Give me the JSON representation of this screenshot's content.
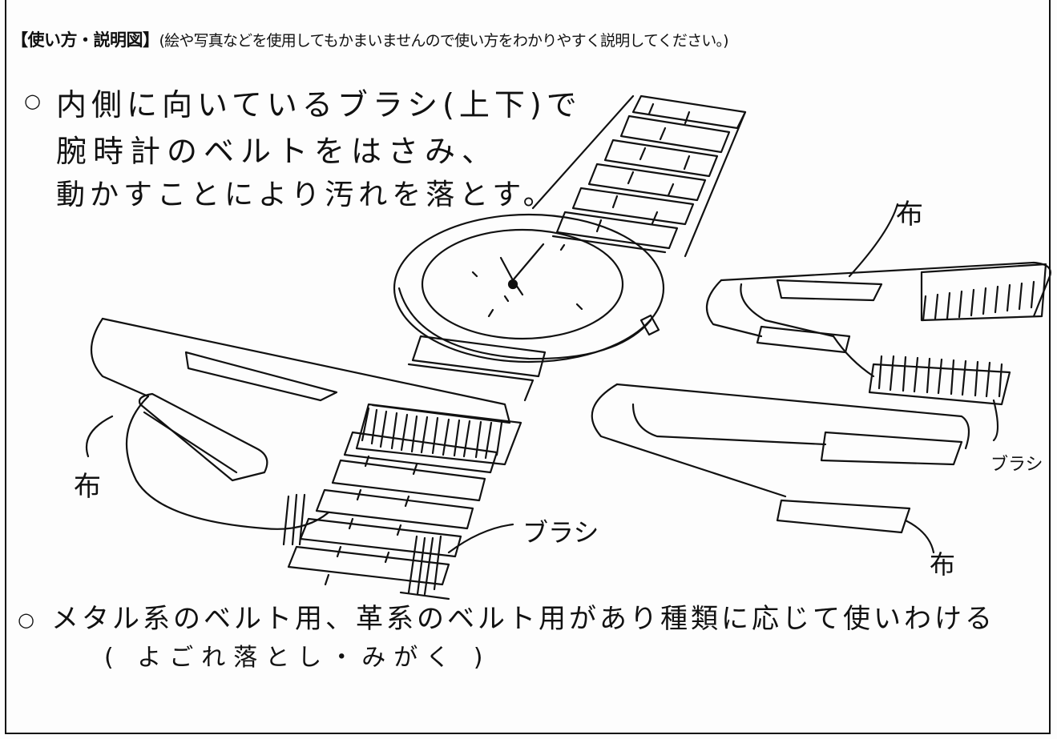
{
  "header": {
    "title": "【使い方・説明図】",
    "note": "(絵や写真などを使用してもかまいませんので使い方をわかりやすく説明してください。)"
  },
  "notes": {
    "bullet": "○",
    "line1": "内側に向いているブラシ(上下)で",
    "line2": "腕時計のベルトをはさみ、",
    "line3": "動かすことにより汚れを落とす。",
    "line4": "メタル系のベルト用、革系のベルト用があり種類に応じて使いわける",
    "line5": "( よごれ落とし・みがく )"
  },
  "labels": {
    "cloth_top_right": "布",
    "cloth_left": "布",
    "cloth_bottom_right": "布",
    "brush_center": "ブラシ",
    "brush_right": "ブラシ"
  }
}
